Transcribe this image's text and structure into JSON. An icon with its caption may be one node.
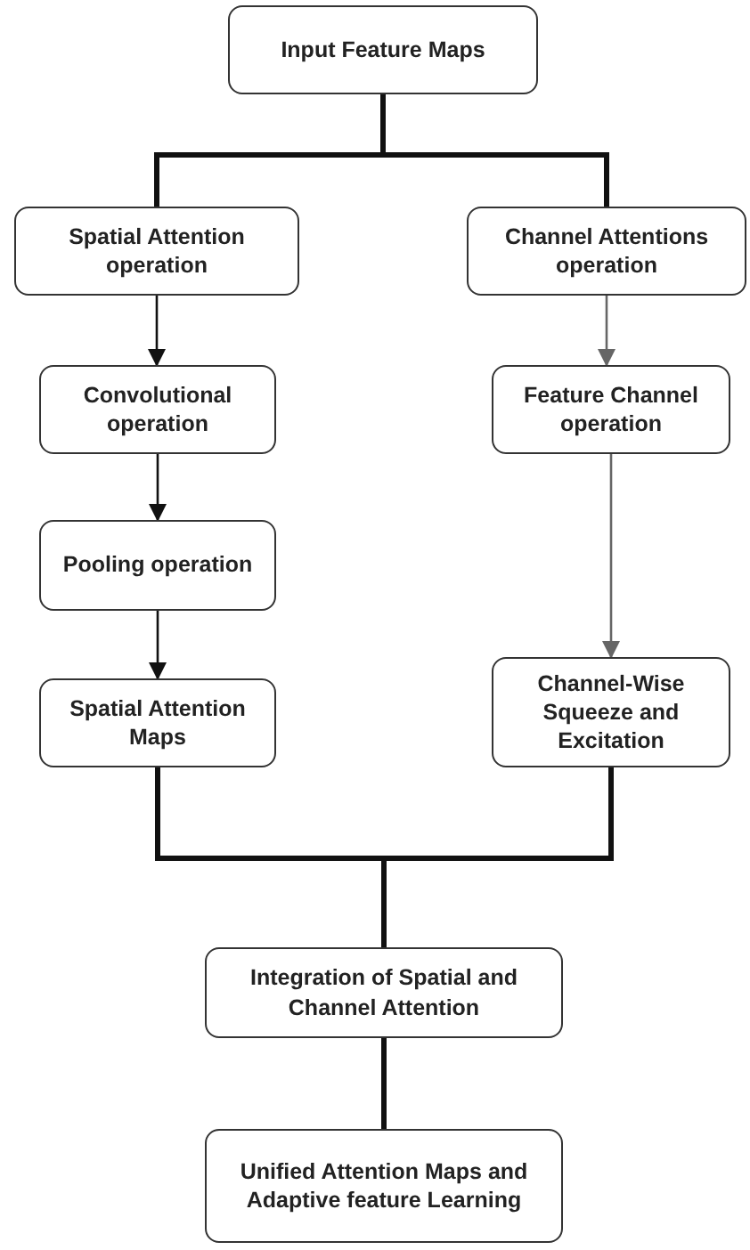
{
  "diagram": {
    "nodes": [
      {
        "text": [
          "Input Feature Maps"
        ]
      },
      {
        "text": [
          "Spatial Attention operation"
        ]
      },
      {
        "text": [
          "Channel Attentions operation"
        ]
      },
      {
        "text": [
          "Convolutional operation"
        ]
      },
      {
        "text": [
          "Feature Channel operation"
        ]
      },
      {
        "text": [
          "Pooling operation"
        ]
      },
      {
        "text": [
          "Spatial Attention Maps"
        ]
      },
      {
        "text": [
          "Channel-Wise Squeeze and Excitation"
        ]
      },
      {
        "text": [
          "Integration of Spatial and Channel Attention"
        ]
      },
      {
        "text": [
          "Unified Attention Maps and Adaptive feature Learning"
        ]
      }
    ],
    "edges": [
      {
        "from": 0,
        "to": 1,
        "arrow": "none",
        "style": "thick"
      },
      {
        "from": 0,
        "to": 2,
        "arrow": "none",
        "style": "thick"
      },
      {
        "from": 1,
        "to": 3,
        "arrow": "to"
      },
      {
        "from": 2,
        "to": 4,
        "arrow": "to",
        "color": "#666666"
      },
      {
        "from": 3,
        "to": 5,
        "arrow": "to"
      },
      {
        "from": 5,
        "to": 6,
        "arrow": "to"
      },
      {
        "from": 4,
        "to": 7,
        "arrow": "to",
        "color": "#666666"
      },
      {
        "from": 6,
        "to": 8,
        "arrow": "none",
        "style": "thick"
      },
      {
        "from": 7,
        "to": 8,
        "arrow": "none",
        "style": "thick"
      },
      {
        "from": 8,
        "to": 9,
        "arrow": "none",
        "style": "thick"
      }
    ]
  }
}
